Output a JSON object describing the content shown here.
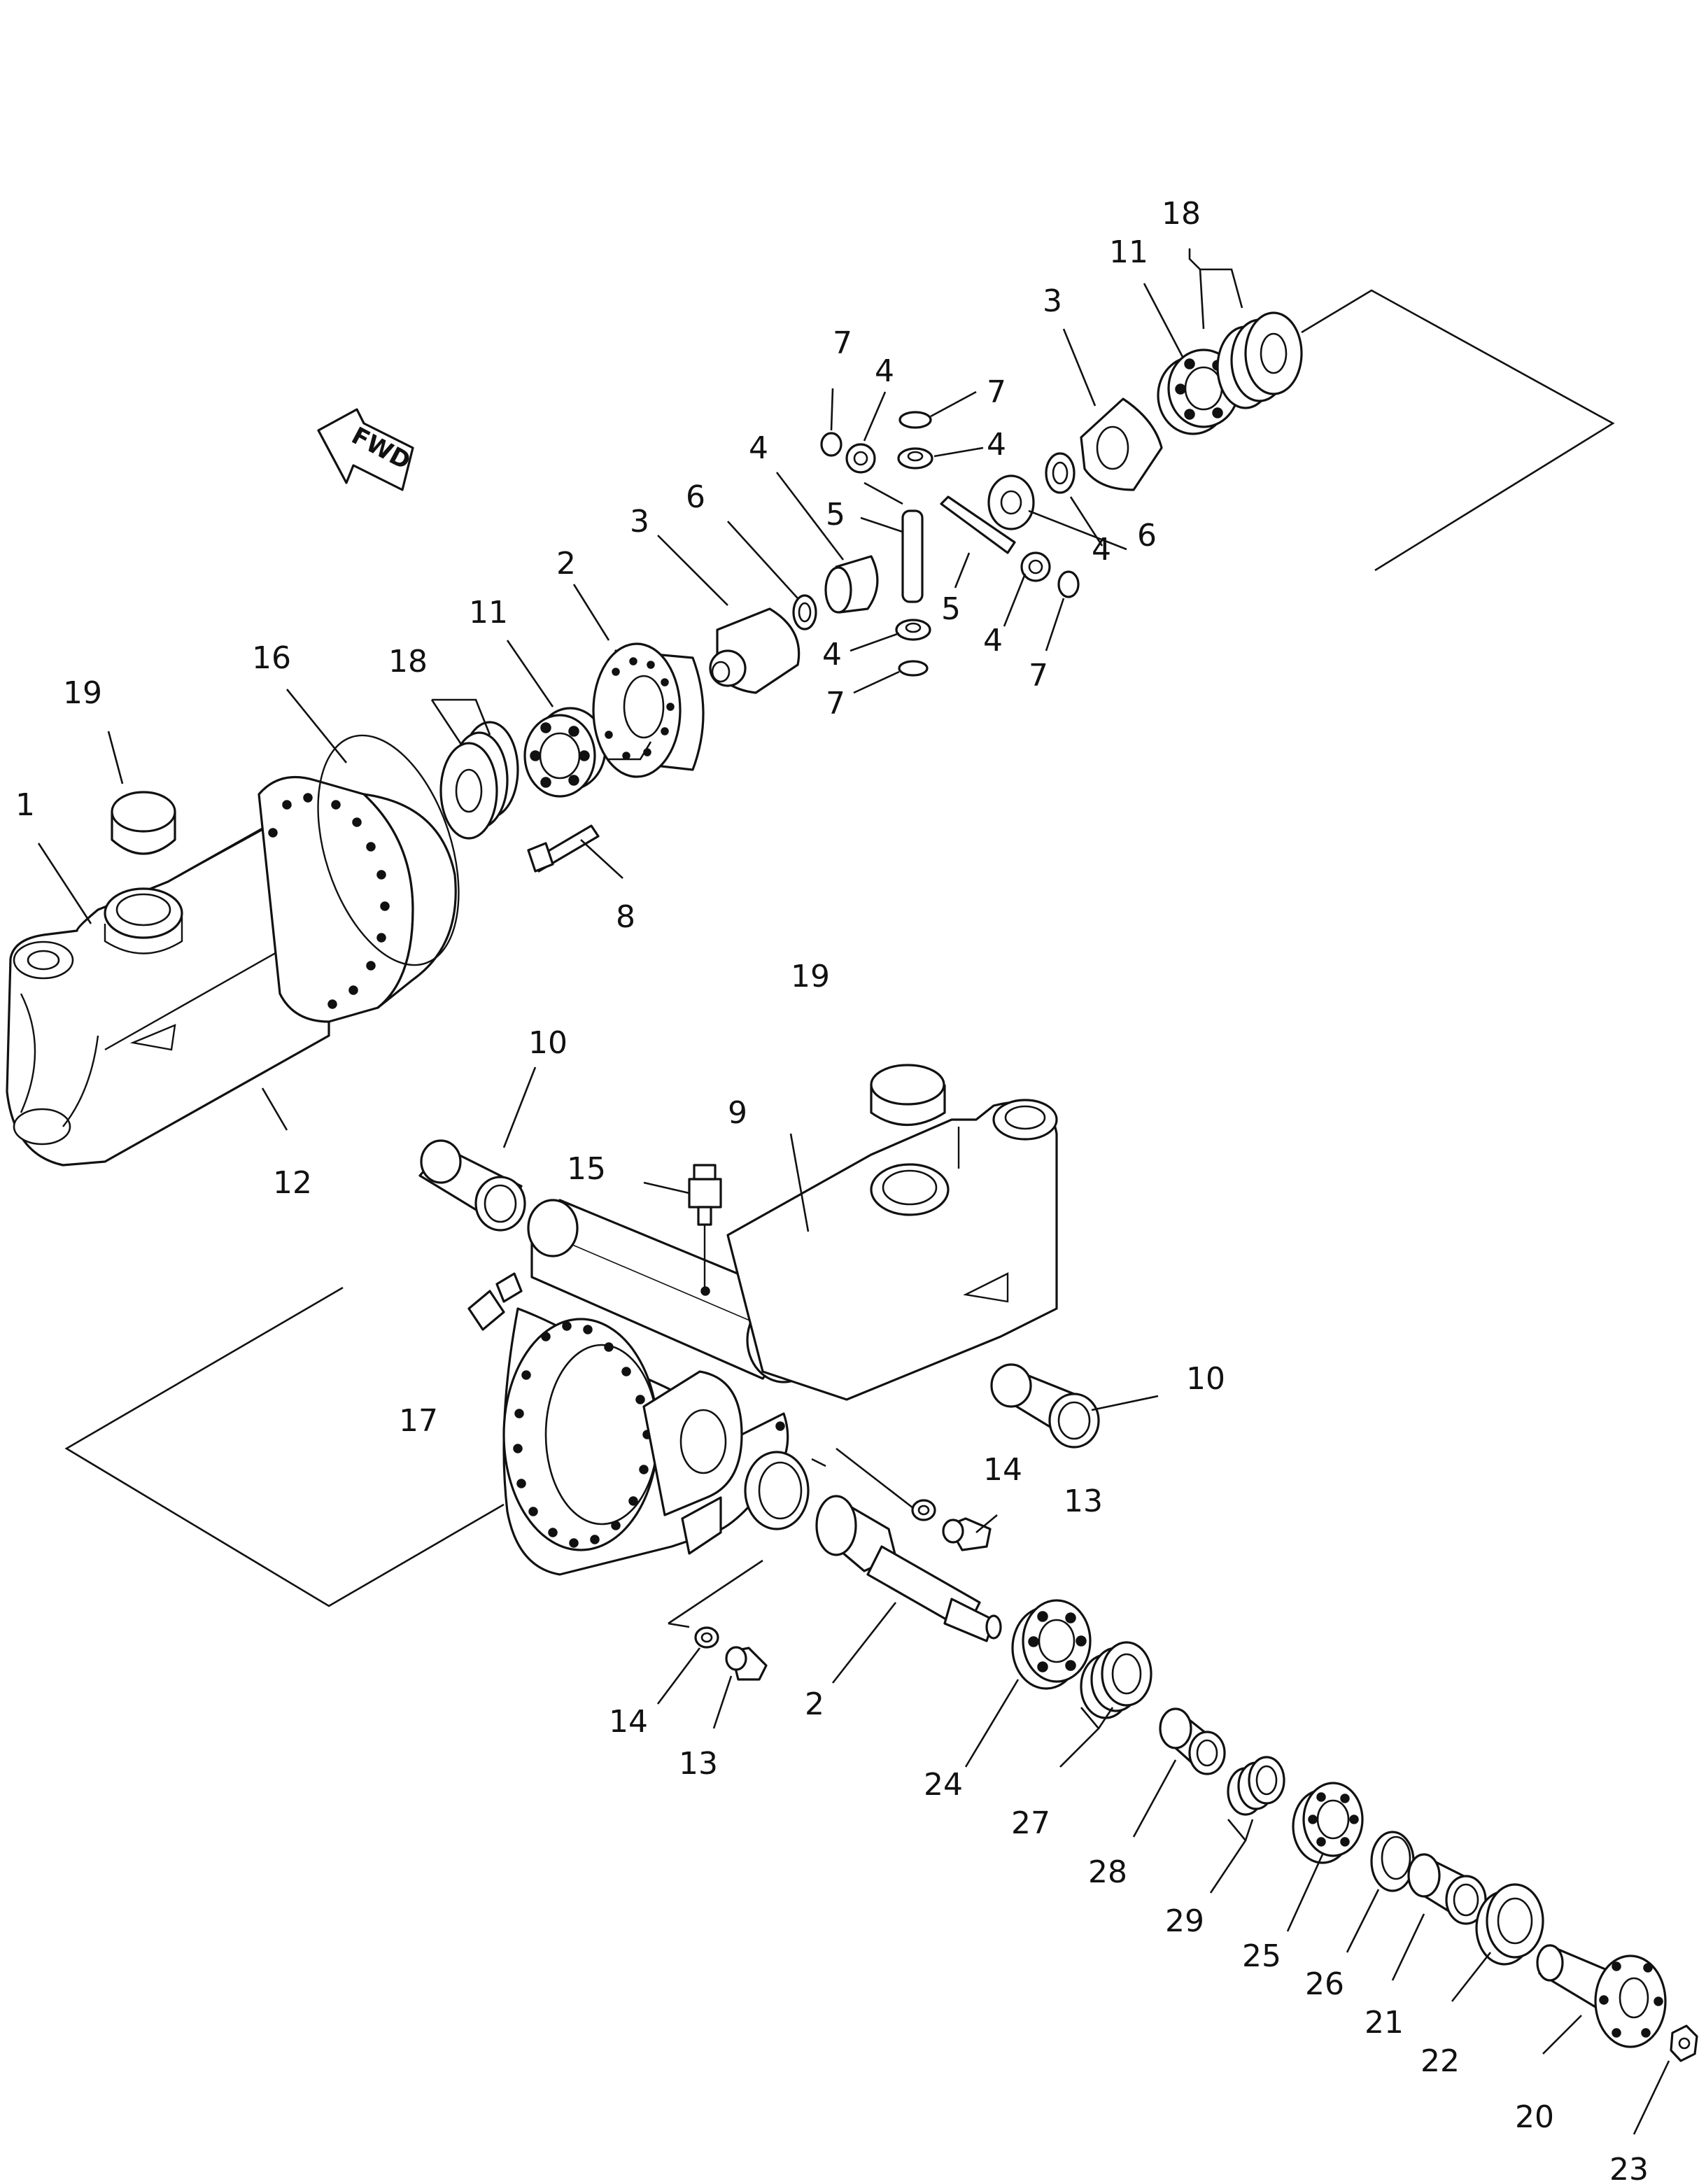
{
  "direction_marker": {
    "label": "FWD"
  },
  "callouts": {
    "c1": "1",
    "c2a": "2",
    "c2b": "2",
    "c3a": "3",
    "c3b": "3",
    "c4a": "4",
    "c4b": "4",
    "c4c": "4",
    "c4d": "4",
    "c4e": "4",
    "c4f": "4",
    "c5a": "5",
    "c5b": "5",
    "c6a": "6",
    "c6b": "6",
    "c7a": "7",
    "c7b": "7",
    "c7c": "7",
    "c7d": "7",
    "c8": "8",
    "c9": "9",
    "c10a": "10",
    "c10b": "10",
    "c11a": "11",
    "c11b": "11",
    "c12": "12",
    "c13a": "13",
    "c13b": "13",
    "c14a": "14",
    "c14b": "14",
    "c15": "15",
    "c16": "16",
    "c17": "17",
    "c18a": "18",
    "c18b": "18",
    "c19a": "19",
    "c19b": "19",
    "c20": "20",
    "c21": "21",
    "c22": "22",
    "c23": "23",
    "c24": "24",
    "c25": "25",
    "c26": "26",
    "c27": "27",
    "c28": "28",
    "c29": "29"
  },
  "colors": {
    "ink": "#111111",
    "paper": "#ffffff"
  }
}
